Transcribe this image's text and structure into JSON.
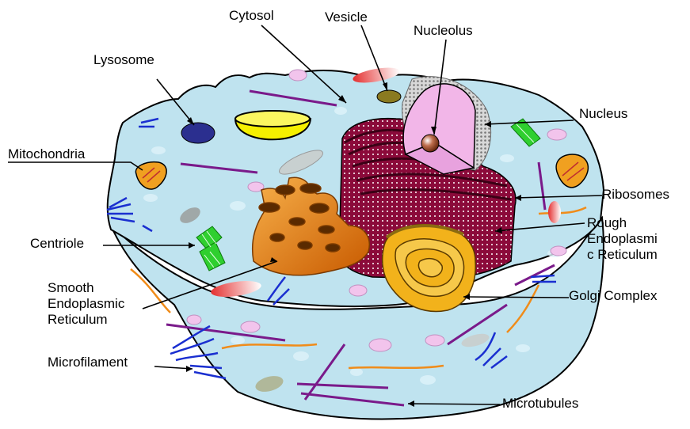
{
  "labels": {
    "cytosol": "Cytosol",
    "vesicle": "Vesicle",
    "nucleolus": "Nucleolus",
    "lysosome": "Lysosome",
    "nucleus": "Nucleus",
    "mitochondria": "Mitochondria",
    "ribosomes": "Ribosomes",
    "rough_er_line1": "Rough",
    "rough_er_line2": "Endoplasmi",
    "rough_er_line3": "c Reticulum",
    "centriole": "Centriole",
    "smooth_er_line1": "Smooth",
    "smooth_er_line2": "Endoplasmic",
    "smooth_er_line3": "Reticulum",
    "golgi": "Golgi Complex",
    "microfilament": "Microfilament",
    "microtubules": "Microtubules"
  },
  "colors": {
    "cytoplasm": "#bfe3ef",
    "cell_outline": "#000000",
    "nucleus_envelope": "#8b0a3a",
    "nucleolus": "#a0522d",
    "nucleoplasm": "#f2b6e8",
    "golgi": "#f2b21b",
    "smooth_er": "#f08c1a",
    "mitochondria": "#f0a020",
    "centriole": "#2fcf2f",
    "lysosome": "#2b2f8f",
    "vesicle": "#8a7a20",
    "microtubule": "#7a1a8a",
    "microfilament": "#1a2fd0"
  }
}
